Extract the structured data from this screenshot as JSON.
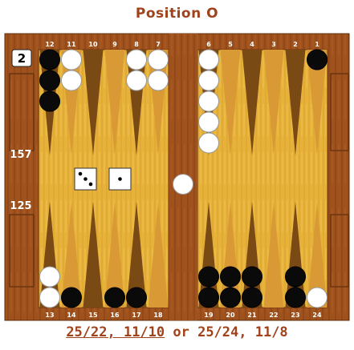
{
  "title": "Position O",
  "board": {
    "cube_value": "2",
    "pip_count_top": "157",
    "pip_count_bottom": "125",
    "dice": [
      3,
      1
    ],
    "top_points": [
      {
        "num": "12",
        "checkers": [
          {
            "color": "black",
            "count": 3
          }
        ]
      },
      {
        "num": "11",
        "checkers": [
          {
            "color": "white",
            "count": 2
          }
        ]
      },
      {
        "num": "10",
        "checkers": []
      },
      {
        "num": "9",
        "checkers": []
      },
      {
        "num": "8",
        "checkers": [
          {
            "color": "white",
            "count": 2
          }
        ]
      },
      {
        "num": "7",
        "checkers": [
          {
            "color": "white",
            "count": 2
          }
        ]
      },
      {
        "num": "6",
        "checkers": [
          {
            "color": "white",
            "count": 5
          }
        ]
      },
      {
        "num": "5",
        "checkers": []
      },
      {
        "num": "4",
        "checkers": []
      },
      {
        "num": "3",
        "checkers": []
      },
      {
        "num": "2",
        "checkers": []
      },
      {
        "num": "1",
        "checkers": [
          {
            "color": "black",
            "count": 1
          }
        ]
      }
    ],
    "bottom_points": [
      {
        "num": "13",
        "checkers": [
          {
            "color": "white",
            "count": 2
          }
        ]
      },
      {
        "num": "14",
        "checkers": [
          {
            "color": "black",
            "count": 1
          }
        ]
      },
      {
        "num": "15",
        "checkers": []
      },
      {
        "num": "16",
        "checkers": [
          {
            "color": "black",
            "count": 1
          }
        ]
      },
      {
        "num": "17",
        "checkers": [
          {
            "color": "black",
            "count": 1
          }
        ]
      },
      {
        "num": "18",
        "checkers": []
      },
      {
        "num": "19",
        "checkers": [
          {
            "color": "black",
            "count": 2
          }
        ]
      },
      {
        "num": "20",
        "checkers": [
          {
            "color": "black",
            "count": 2
          }
        ]
      },
      {
        "num": "21",
        "checkers": [
          {
            "color": "black",
            "count": 2
          }
        ]
      },
      {
        "num": "22",
        "checkers": []
      },
      {
        "num": "23",
        "checkers": [
          {
            "color": "black",
            "count": 2
          }
        ]
      },
      {
        "num": "24",
        "checkers": [
          {
            "color": "white",
            "count": 1
          }
        ]
      }
    ],
    "bar_checkers": [
      {
        "color": "white",
        "count": 1
      }
    ],
    "colors": {
      "frame": "#a0521d",
      "field": "#e6b23a",
      "point_dark": "#7a4a14",
      "point_light": "#d99a36",
      "title": "#a0421b"
    }
  },
  "answer": {
    "underlined": "25/22, 11/10",
    "rest": " or 25/24, 11/8"
  }
}
